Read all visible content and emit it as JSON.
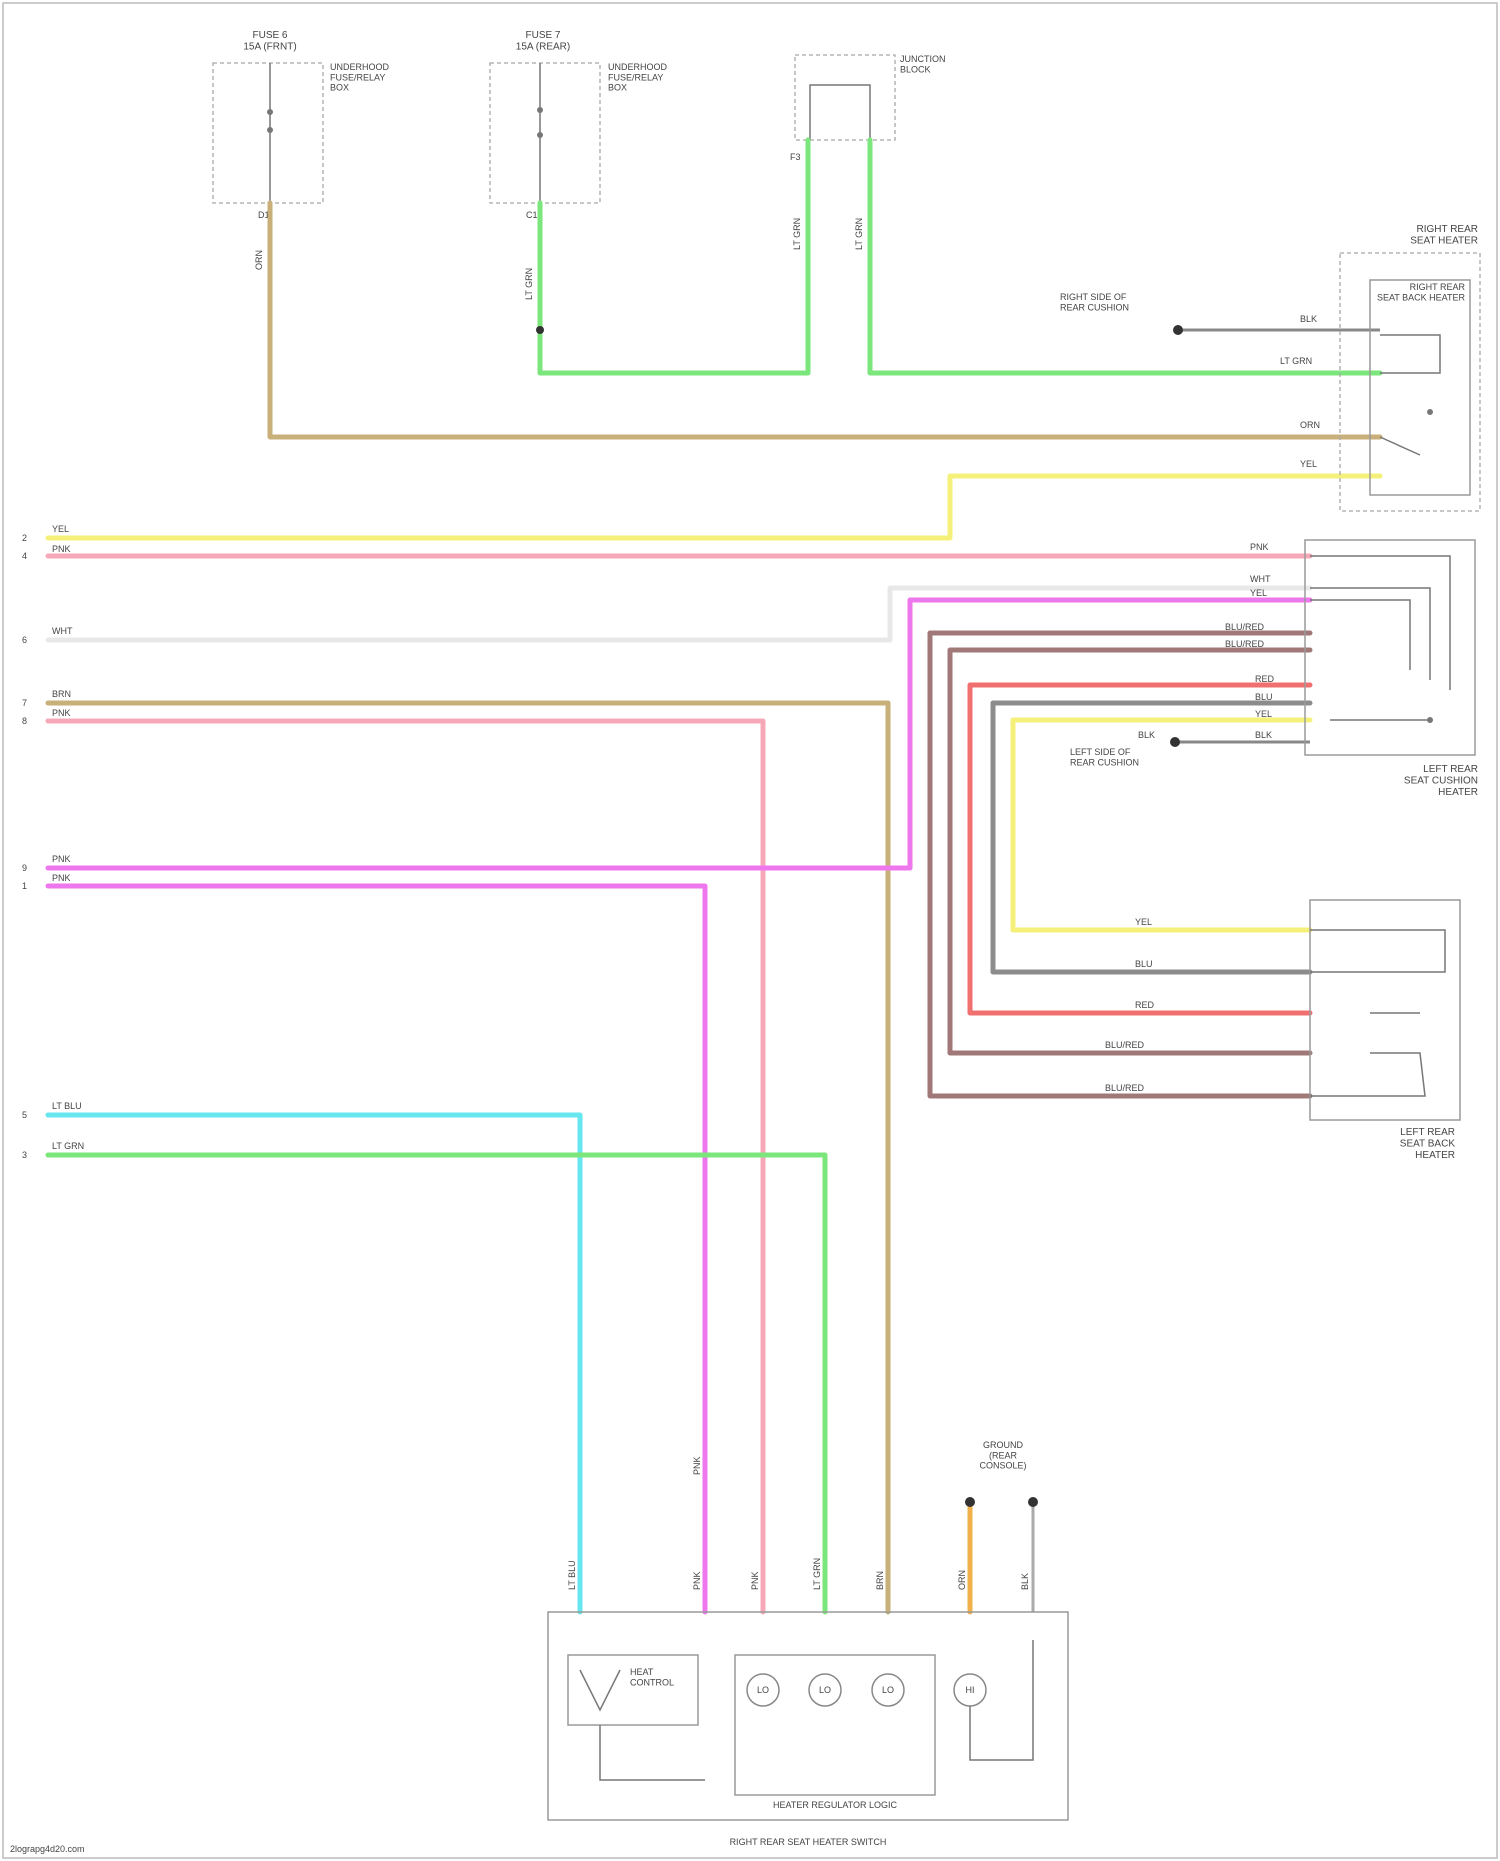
{
  "footer": "2lograpg4d20.com",
  "colors": {
    "yellow": "#f5f07a",
    "pink": "#f7a8b8",
    "magenta": "#ee77ee",
    "tan": "#c9b07a",
    "green": "#7be67b",
    "cyan": "#66e6ee",
    "red": "#f07070",
    "gray": "#8c8c8c",
    "brown": "#a07878",
    "orange": "#f2b04a",
    "white": "#e8e8e8"
  },
  "fuses": [
    {
      "title": "FUSE 6\n15A (FRNT)",
      "desc": "UNDERHOOD\nFUSE/RELAY\nBOX",
      "conn": "D1"
    },
    {
      "title": "FUSE 7\n15A (REAR)",
      "desc": "UNDERHOOD\nFUSE/RELAY\nBOX",
      "conn": "C1"
    },
    {
      "title": "",
      "desc": "JUNCTION\nBLOCK",
      "conn": "F3"
    }
  ],
  "wire_labels": {
    "fuse1": "ORN",
    "fuse2": "LT GRN",
    "fuse3a": "LT GRN",
    "fuse3b": "LT GRN"
  },
  "right_rear": {
    "title": "RIGHT REAR\nSEAT HEATER",
    "sub": "RIGHT REAR\nSEAT BACK HEATER",
    "ground": "BLK",
    "ground_label": "RIGHT SIDE OF\nREAR CUSHION",
    "w1": "LT GRN",
    "w2": "ORN",
    "w3": "YEL"
  },
  "left_rear": {
    "title": "LEFT REAR\nSEAT CUSHION\nHEATER",
    "ground": "BLK",
    "ground_label": "LEFT SIDE OF\nREAR CUSHION",
    "wires": [
      "PNK",
      "WHT",
      "YEL",
      "BLU/RED",
      "BLU/RED",
      "RED",
      "BLU",
      "YEL",
      "BLK"
    ]
  },
  "left_back": {
    "title": "LEFT REAR\nSEAT BACK\nHEATER",
    "wires": [
      "YEL",
      "BLU",
      "RED",
      "BLU/RED",
      "BLU/RED"
    ]
  },
  "left_side": [
    {
      "pin": "2",
      "label": "YEL"
    },
    {
      "pin": "4",
      "label": "PNK"
    },
    {
      "pin": "6",
      "label": "WHT"
    },
    {
      "pin": "7",
      "label": "BRN"
    },
    {
      "pin": "8",
      "label": "PNK"
    },
    {
      "pin": "9",
      "label": "PNK"
    },
    {
      "pin": "1",
      "label": "PNK"
    },
    {
      "pin": "5",
      "label": "LT BLU"
    },
    {
      "pin": "3",
      "label": "LT GRN"
    }
  ],
  "bottom": {
    "ground": "GROUND\n(REAR\nCONSOLE)",
    "module": "HEATER REGULATOR LOGIC",
    "switch": "RIGHT REAR SEAT HEATER SWITCH",
    "relay": "HEAT\nCONTROL",
    "pin_wires": [
      "LT BLU",
      "PNK",
      "PNK",
      "LT GRN",
      "BRN",
      "ORN",
      "BLK"
    ],
    "leds": [
      "LO",
      "LO",
      "LO",
      "HI"
    ],
    "pnk_upper": "PNK"
  }
}
